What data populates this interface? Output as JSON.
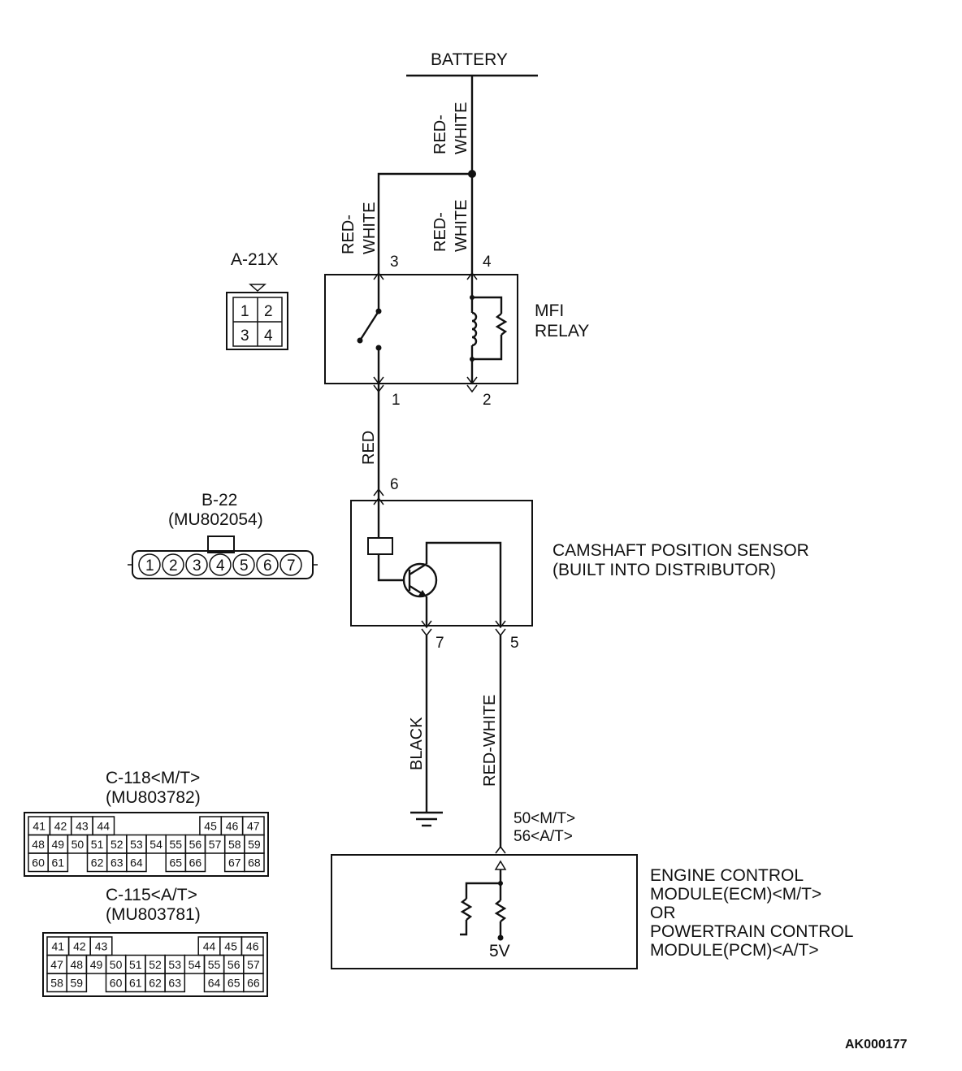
{
  "battery": "BATTERY",
  "wire_colors": {
    "battery_feed": [
      "RED-",
      "WHITE"
    ],
    "relay_pin3": [
      "RED-",
      "WHITE"
    ],
    "relay_pin4": [
      "RED-",
      "WHITE"
    ],
    "relay_to_sensor": "RED",
    "sensor_ground": "BLACK",
    "sensor_to_ecm": "RED-WHITE"
  },
  "relay": {
    "label_line1": "MFI",
    "label_line2": "RELAY",
    "connector": "A-21X",
    "connector_pins": [
      "1",
      "2",
      "3",
      "4"
    ],
    "pins": {
      "top_left": "3",
      "top_right": "4",
      "bottom_left": "1",
      "bottom_right": "2"
    }
  },
  "sensor": {
    "label_line1": "CAMSHAFT POSITION SENSOR",
    "label_line2": "(BUILT INTO DISTRIBUTOR)",
    "connector": "B-22",
    "connector_part": "(MU802054)",
    "connector_pins": [
      "1",
      "2",
      "3",
      "4",
      "5",
      "6",
      "7"
    ],
    "pins": {
      "top": "6",
      "bottom_left": "7",
      "bottom_right": "5"
    }
  },
  "ecm": {
    "label_lines": [
      "ENGINE CONTROL",
      "MODULE(ECM)<M/T>",
      "OR",
      "POWERTRAIN CONTROL",
      "MODULE(PCM)<A/T>"
    ],
    "pin_mt": "50<M/T>",
    "pin_at": "56<A/T>",
    "voltage": "5V"
  },
  "connector_c118": {
    "name": "C-118<M/T>",
    "part": "(MU803782)",
    "rows": [
      [
        "41",
        "42",
        "43",
        "44",
        "",
        "",
        "",
        "",
        "45",
        "46",
        "47"
      ],
      [
        "48",
        "49",
        "50",
        "51",
        "52",
        "53",
        "54",
        "55",
        "56",
        "57",
        "58",
        "59"
      ],
      [
        "60",
        "61",
        "",
        "62",
        "63",
        "64",
        "",
        "65",
        "66",
        "",
        "67",
        "68"
      ]
    ]
  },
  "connector_c115": {
    "name": "C-115<A/T>",
    "part": "(MU803781)",
    "rows": [
      [
        "41",
        "42",
        "43",
        "",
        "",
        "",
        "",
        "44",
        "45",
        "46"
      ],
      [
        "47",
        "48",
        "49",
        "50",
        "51",
        "52",
        "53",
        "54",
        "55",
        "56",
        "57"
      ],
      [
        "58",
        "59",
        "",
        "60",
        "61",
        "62",
        "63",
        "",
        "64",
        "65",
        "66"
      ]
    ]
  },
  "figure_code": "AK000177"
}
